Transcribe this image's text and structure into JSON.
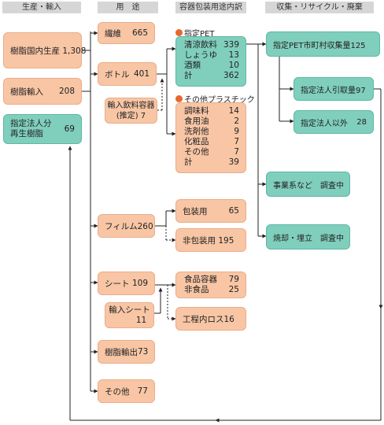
{
  "headers": {
    "production": "生産・輸入",
    "use": "用　途",
    "container": "容器包装用途内訳",
    "collection": "収集・リサイクル・廃棄"
  },
  "sources": {
    "domestic": "樹脂国内生産 1,308",
    "import_label": "樹脂輸入",
    "import_value": "208",
    "recycled_line1": "指定法人分",
    "recycled_line2": "再生樹脂",
    "recycled_value": "69"
  },
  "uses": {
    "fiber_label": "繊維",
    "fiber_value": "665",
    "bottle_label": "ボトル",
    "bottle_value": "401",
    "imported_line1": "輸入飲料容器",
    "imported_line2": "(推定) 7",
    "film": "フィルム260",
    "sheet_label": "シート",
    "sheet_value": "109",
    "import_sheet_line1": "輸入シート",
    "import_sheet_line2": "11",
    "export_label": "樹脂輸出",
    "export_value": "73",
    "other_label": "その他",
    "other_value": "77"
  },
  "pet": {
    "title": "指定PET",
    "rows": [
      {
        "label": "清涼飲料",
        "value": "339"
      },
      {
        "label": "しょうゆ",
        "value": "13"
      },
      {
        "label": "酒類",
        "value": "10"
      },
      {
        "label": "計",
        "value": "362"
      }
    ]
  },
  "other_plastic": {
    "title": "その他プラスチック",
    "rows": [
      {
        "label": "調味料",
        "value": "14"
      },
      {
        "label": "食用油",
        "value": "2"
      },
      {
        "label": "洗剤他",
        "value": "9"
      },
      {
        "label": "化粧品",
        "value": "7"
      },
      {
        "label": "その他",
        "value": "7"
      },
      {
        "label": "計",
        "value": "39"
      }
    ]
  },
  "film_breakdown": {
    "packaging_label": "包装用",
    "packaging_value": "65",
    "non_packaging": "非包装用 195"
  },
  "sheet_breakdown": {
    "rows": [
      {
        "label": "食品容器",
        "value": "79"
      },
      {
        "label": "非食品",
        "value": "25"
      }
    ],
    "process_loss": "工程内ロス16"
  },
  "collection": {
    "municipal": "指定PET市町村収集量125",
    "designated": "指定法人引取量97",
    "not_designated_label": "指定法人以外",
    "not_designated_value": "28",
    "business": "事業系など　調査中",
    "incineration": "焼却・埋立　調査中"
  }
}
